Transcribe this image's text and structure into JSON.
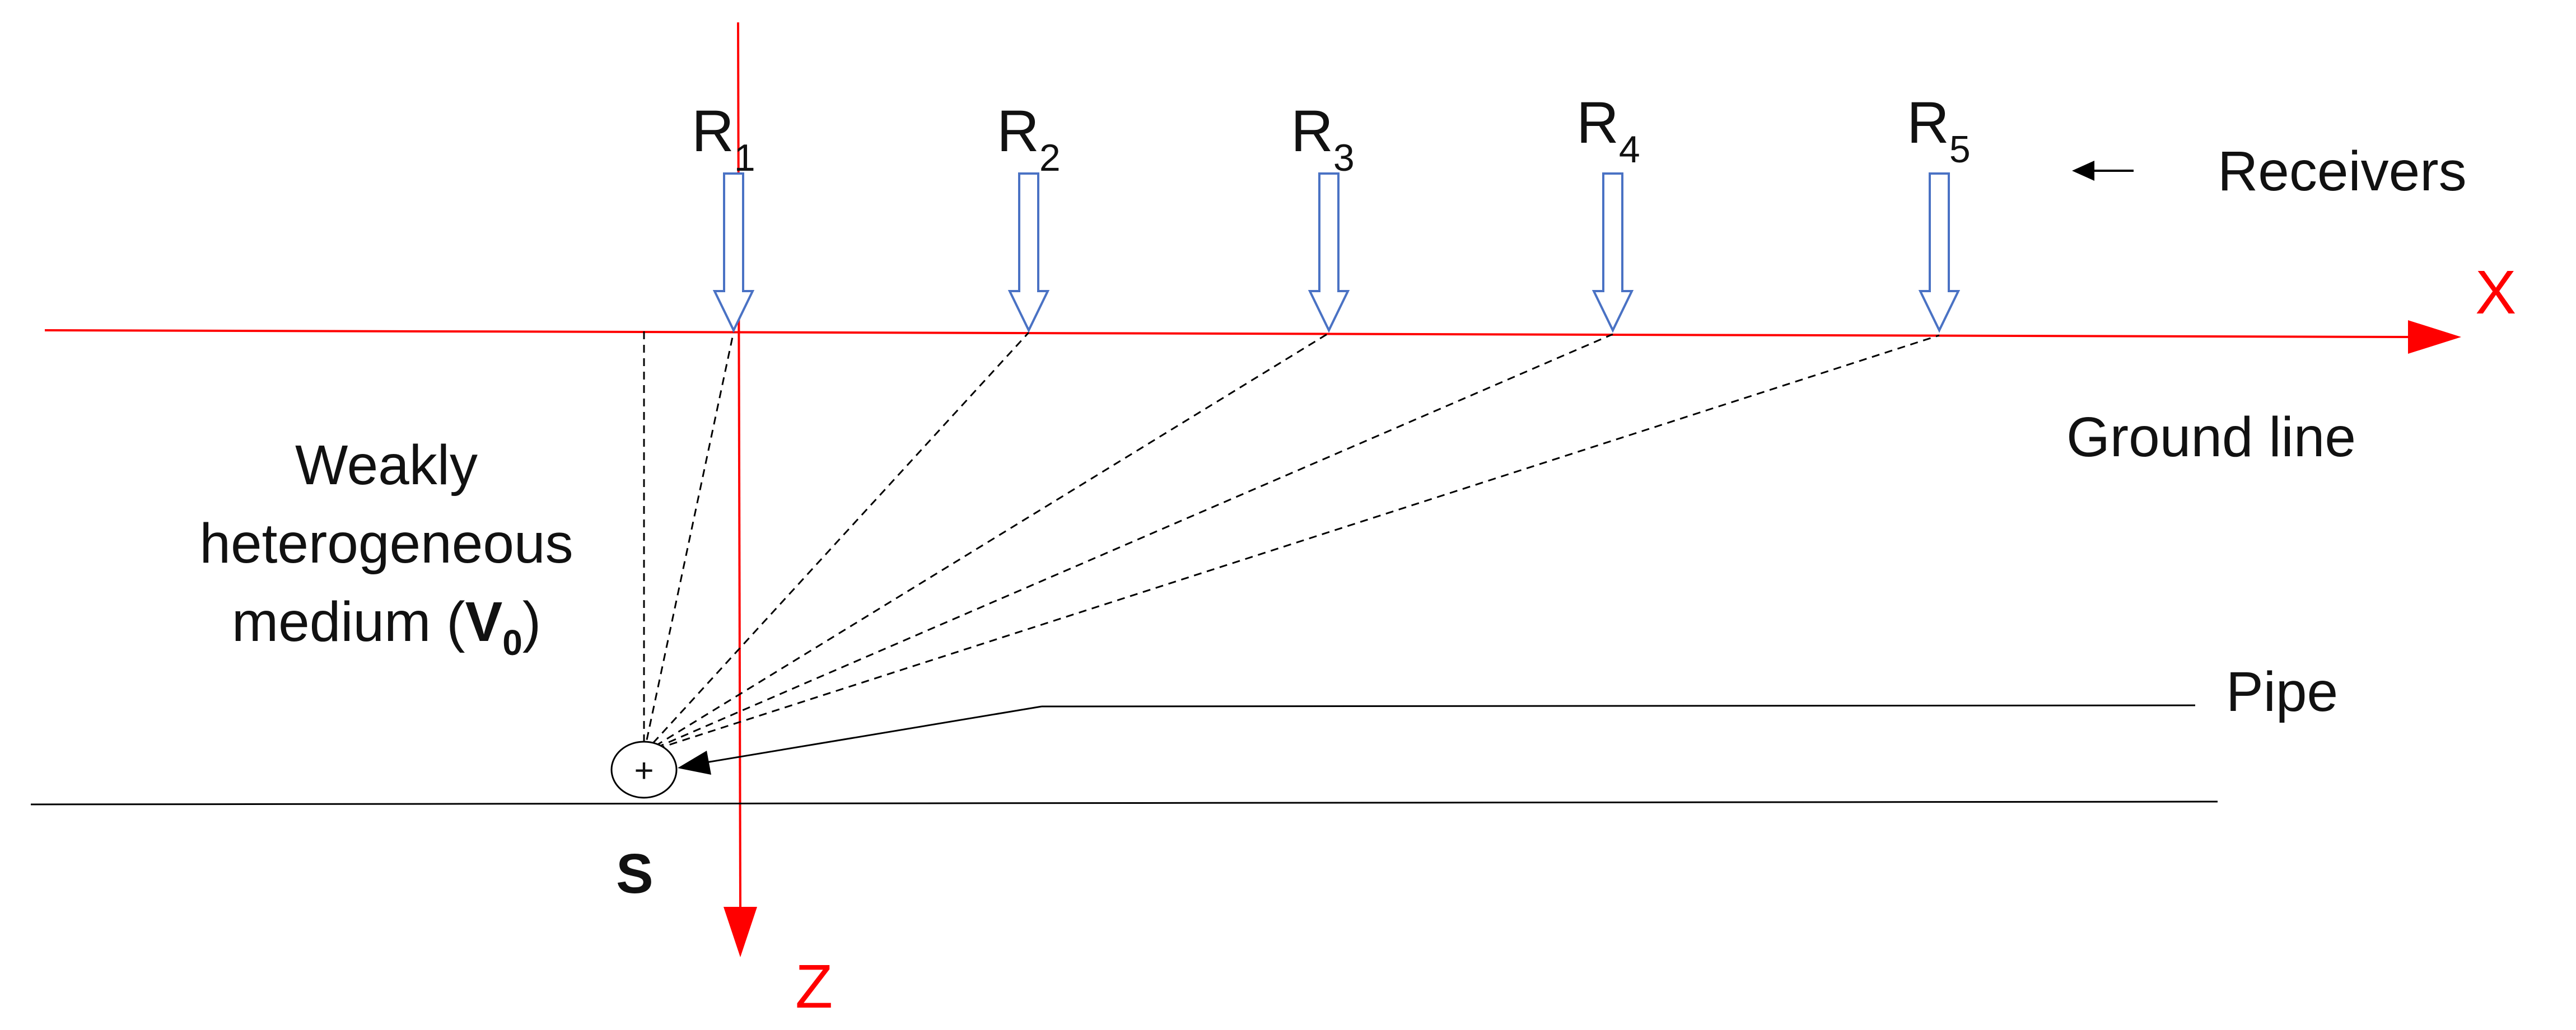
{
  "receivers": [
    {
      "base": "R",
      "sub": "1"
    },
    {
      "base": "R",
      "sub": "2"
    },
    {
      "base": "R",
      "sub": "3"
    },
    {
      "base": "R",
      "sub": "4"
    },
    {
      "base": "R",
      "sub": "5"
    }
  ],
  "labels": {
    "receivers": "Receivers",
    "x_axis": "X",
    "z_axis": "Z",
    "ground_line": "Ground line",
    "medium_line1": "Weakly",
    "medium_line2": "heterogeneous",
    "medium_line3_text": "medium (",
    "medium_symbol": "V",
    "medium_symbol_sub": "0",
    "medium_line3_close": ")",
    "pipe": "Pipe",
    "source": "S",
    "source_marker": "+"
  },
  "colors": {
    "axis": "#ff0000",
    "receiver_arrow": "#4a72c4",
    "line": "#000000"
  }
}
